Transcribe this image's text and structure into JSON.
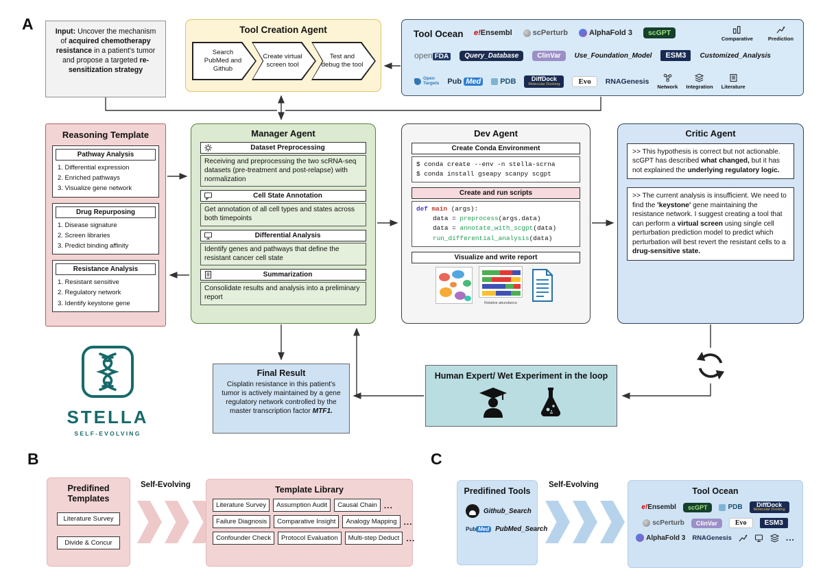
{
  "figure": {
    "panel_a": "A",
    "panel_b": "B",
    "panel_c": "C"
  },
  "input_box": {
    "title": "Input:",
    "seg1": "Uncover the mechanism of",
    "b1": "acquired chemotherapy resistance",
    "seg2": "in a patient's tumor and propose a targeted",
    "b2": "re-sensitization strategy"
  },
  "tool_creation_agent": {
    "title": "Tool Creation Agent",
    "steps": [
      "Search PubMed and Github",
      "Create virtual screen tool",
      "Test and debug the tool"
    ]
  },
  "tool_ocean": {
    "title": "Tool Ocean"
  },
  "tool_logos": {
    "ensembl_e": "e!",
    "ensembl": "Ensembl",
    "scperturb": "scPerturb",
    "alphafold": "AlphaFold 3",
    "scgpt": "scGPT",
    "comparative": "Comparative",
    "prediction": "Prediction",
    "openfda_open": "open",
    "openfda_fda": "FDA",
    "query_database": "Query_Database",
    "clinvar": "ClinVar",
    "use_foundation_model": "Use_Foundation_Model",
    "esm3": "ESM3",
    "customized_analysis": "Customized_Analysis",
    "open_targets_1": "Open",
    "open_targets_2": "Targets",
    "pubmed_pub": "Pub",
    "pubmed_med": "Med",
    "pdb": "PDB",
    "diffdock": "DiffDock",
    "diffdock_sub": "Molecular Docking",
    "evo": "Evo",
    "rnagenesis": "RNAGenesis",
    "network": "Network",
    "integration": "Integration",
    "literature": "Literature"
  },
  "reasoning_template": {
    "title": "Reasoning Template",
    "groups": [
      {
        "title": "Pathway Analysis",
        "items": [
          "1. Differential expression",
          "2. Enriched pathways",
          "3. Visualize gene network"
        ]
      },
      {
        "title": "Drug Repurposing",
        "items": [
          "1. Disease signature",
          "2. Screen libraries",
          "3. Predict binding affinity"
        ]
      },
      {
        "title": "Resistance Analysis",
        "items": [
          "1. Resistant sensitive",
          "2. Regulatory network",
          "3. Identify keystone gene"
        ]
      }
    ]
  },
  "manager_agent": {
    "title": "Manager Agent",
    "sections": [
      {
        "title": "Dataset Preprocessing",
        "body": "Receiving and preprocessing the two scRNA-seq datasets (pre-treatment and post-relapse) with normalization"
      },
      {
        "title": "Cell State Annotation",
        "body": "Get annotation of all cell types and states across both timepoints"
      },
      {
        "title": "Differential Analysis",
        "body": "Identify genes and pathways that define the resistant cancer cell state"
      },
      {
        "title": "Summarization",
        "body": "Consolidate results and analysis into a preliminary report"
      }
    ]
  },
  "dev_agent": {
    "title": "Dev Agent",
    "conda_title": "Create Conda Environment",
    "conda_line1": "$ conda create --env -n stella-scrna",
    "conda_line2": "$ conda install gseapy scanpy scgpt",
    "scripts_title": "Create and run scripts",
    "code": {
      "kw_def": "def",
      "fn_main": "main",
      "main_rest": "(args):",
      "l2_pre": "data =",
      "l2_fn": "preprocess",
      "l2_post": "(args.data)",
      "l3_pre": "data =",
      "l3_fn": "annotate_with_scgpt",
      "l3_post": "(data)",
      "l4_fn": "run_differential_analysis",
      "l4_post": "(data)"
    },
    "report_title": "Visualize and write report",
    "report_caption": "Relative abundance"
  },
  "critic_agent": {
    "title": "Critic Agent",
    "note1": {
      "p1": ">> This hypothesis is correct but not actionable. scGPT has described",
      "b1": "what changed,",
      "p2": "but it has not explained the",
      "b2": "underlying regulatory logic."
    },
    "note2": {
      "p1": ">> The current analysis is insufficient. We need to find the",
      "b1": "'keystone'",
      "p2": "gene maintaining the resistance network. I suggest creating a tool that can perform a",
      "b2": "virtual screen",
      "p3": "using single cell perturbation prediction model to predict which perturbation will best revert the resistant cells to a",
      "b3": "drug-sensitive state."
    }
  },
  "stella": {
    "name": "STELLA",
    "tagline": "SELF-EVOLVING"
  },
  "final_result": {
    "title": "Final Result",
    "p1": "Cisplatin resistance in this patient's tumor is actively maintained by a gene regulatory network controlled by the master transcription factor",
    "b1": "MTF1."
  },
  "human_loop": {
    "title": "Human Expert/ Wet Experiment in the loop"
  },
  "panel_b": {
    "predefined_title": "Predifined Templates",
    "predefined_items": [
      "Literature Survey",
      "Divide & Concur"
    ],
    "self_evolving": "Self-Evolving",
    "library_title": "Template Library",
    "rows": [
      [
        "Literature Survey",
        "Assumption Audit",
        "Causal Chain"
      ],
      [
        "Failure Diagnosis",
        "Comparative Insight",
        "Analogy Mapping"
      ],
      [
        "Confounder Check",
        "Protocol Evaluation",
        "Multi-step Deduct"
      ]
    ],
    "ellipsis": "..."
  },
  "panel_c": {
    "predefined_title": "Predifined Tools",
    "tools": [
      "Github_Search",
      "PubMed_Search"
    ],
    "self_evolving": "Self-Evolving",
    "ocean_title": "Tool Ocean",
    "ellipsis": "..."
  }
}
